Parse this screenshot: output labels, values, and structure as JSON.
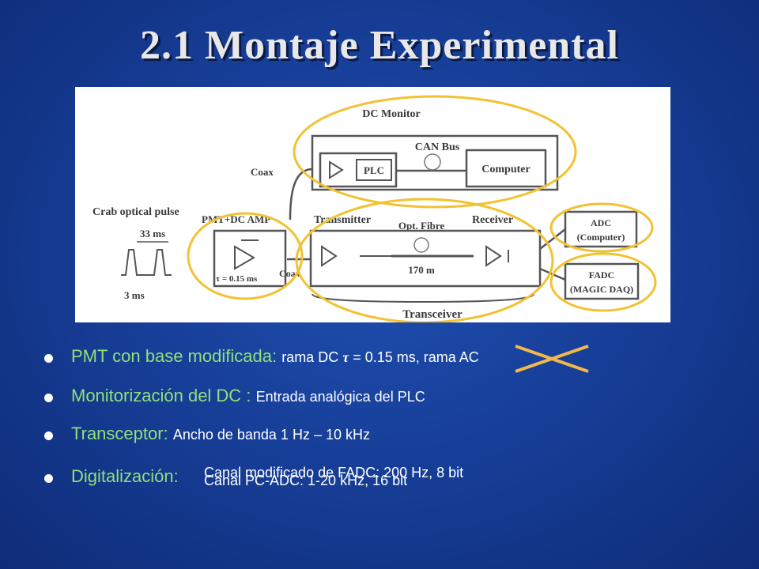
{
  "slide": {
    "title": "2.1 Montaje Experimental"
  },
  "diagram": {
    "labels": {
      "dc_monitor": "DC Monitor",
      "can_bus": "CAN Bus",
      "plc": "PLC",
      "computer": "Computer",
      "coax_top": "Coax",
      "coax_bottom": "Coax",
      "crab_pulse": "Crab optical pulse",
      "pmt_amp": "PMT+DC AMP",
      "t33": "33 ms",
      "t3": "3 ms",
      "tau": "τ = 0.15 ms",
      "transmitter": "Transmitter",
      "opt_fibre": "Opt. Fibre",
      "receiver": "Receiver",
      "length": "170 m",
      "transceiver": "Transceiver",
      "adc_line1": "ADC",
      "adc_line2": "(Computer)",
      "fadc_line1": "FADC",
      "fadc_line2": "(MAGIC DAQ)"
    }
  },
  "bullets": [
    {
      "lead": "PMT con base modificada:",
      "detail_pre": "rama DC",
      "symbol": "τ",
      "detail_post": "= 0.15 ms, rama AC"
    },
    {
      "lead": "Monitorización del DC :",
      "detail": "Entrada analógica del PLC"
    },
    {
      "lead": "Transceptor:",
      "detail": "Ancho de banda 1 Hz – 10 kHz"
    },
    {
      "lead": "Digitalización:",
      "detail_a": "Canal modificado de FADC: 200 Hz, 8 bit",
      "detail_b": "Canal PC-ADC: 1-20 kHz, 16 bit"
    }
  ],
  "colors": {
    "background": "#173f99",
    "bullet_lead": "#8fe07a",
    "highlight_ellipse": "#f2c232",
    "cross_out": "#f2b84a"
  }
}
